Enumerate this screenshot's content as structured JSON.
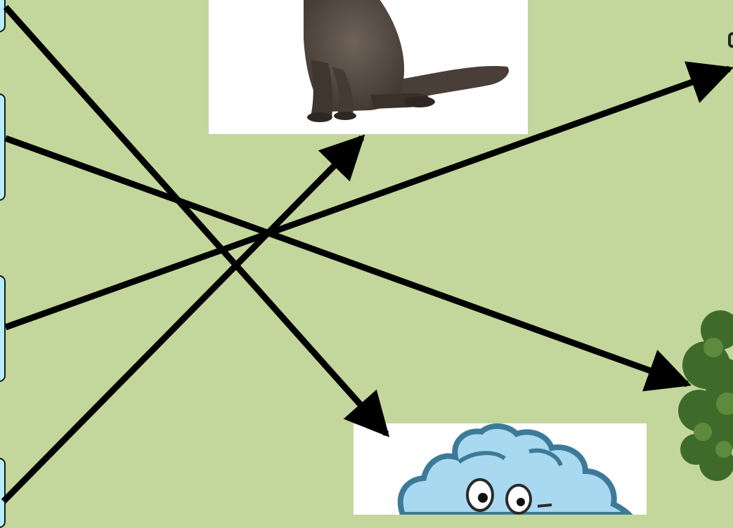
{
  "diagram": {
    "background_color": "#c3d69b",
    "label_box_color": "#b7ecfb",
    "arrow_color": "#000000",
    "images": [
      {
        "icon": "otter-photo"
      },
      {
        "icon": "cloud-cartoon"
      },
      {
        "icon": "tree-photo"
      }
    ]
  }
}
